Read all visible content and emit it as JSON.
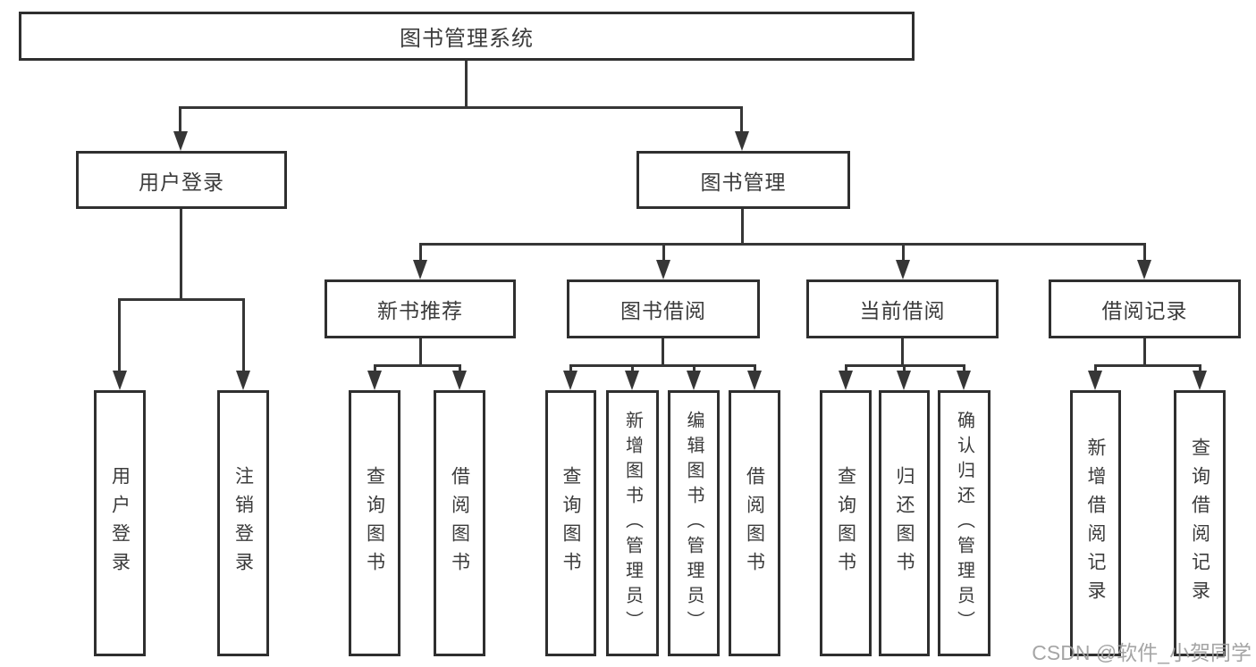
{
  "diagram_type": "function-structure-tree",
  "tree": {
    "label": "图书管理系统",
    "children": [
      {
        "label": "用户登录",
        "children": [
          {
            "label": "用户登录"
          },
          {
            "label": "注销登录"
          }
        ]
      },
      {
        "label": "图书管理",
        "children": [
          {
            "label": "新书推荐",
            "children": [
              {
                "label": "查询图书"
              },
              {
                "label": "借阅图书"
              }
            ]
          },
          {
            "label": "图书借阅",
            "children": [
              {
                "label": "查询图书"
              },
              {
                "label": "新增图书（管理员）"
              },
              {
                "label": "编辑图书（管理员）"
              },
              {
                "label": "借阅图书"
              }
            ]
          },
          {
            "label": "当前借阅",
            "children": [
              {
                "label": "查询图书"
              },
              {
                "label": "归还图书"
              },
              {
                "label": "确认归还（管理员）"
              }
            ]
          },
          {
            "label": "借阅记录",
            "children": [
              {
                "label": "新增借阅记录"
              },
              {
                "label": "查询借阅记录"
              }
            ]
          }
        ]
      }
    ]
  },
  "watermark": {
    "text": "CSDN @软件_小贺同学"
  },
  "colors": {
    "background": "#ffffff",
    "line": "#363636",
    "box_border": "#2f2f2f",
    "text": "#3b3b3b",
    "watermark": "#9e9e9e"
  }
}
